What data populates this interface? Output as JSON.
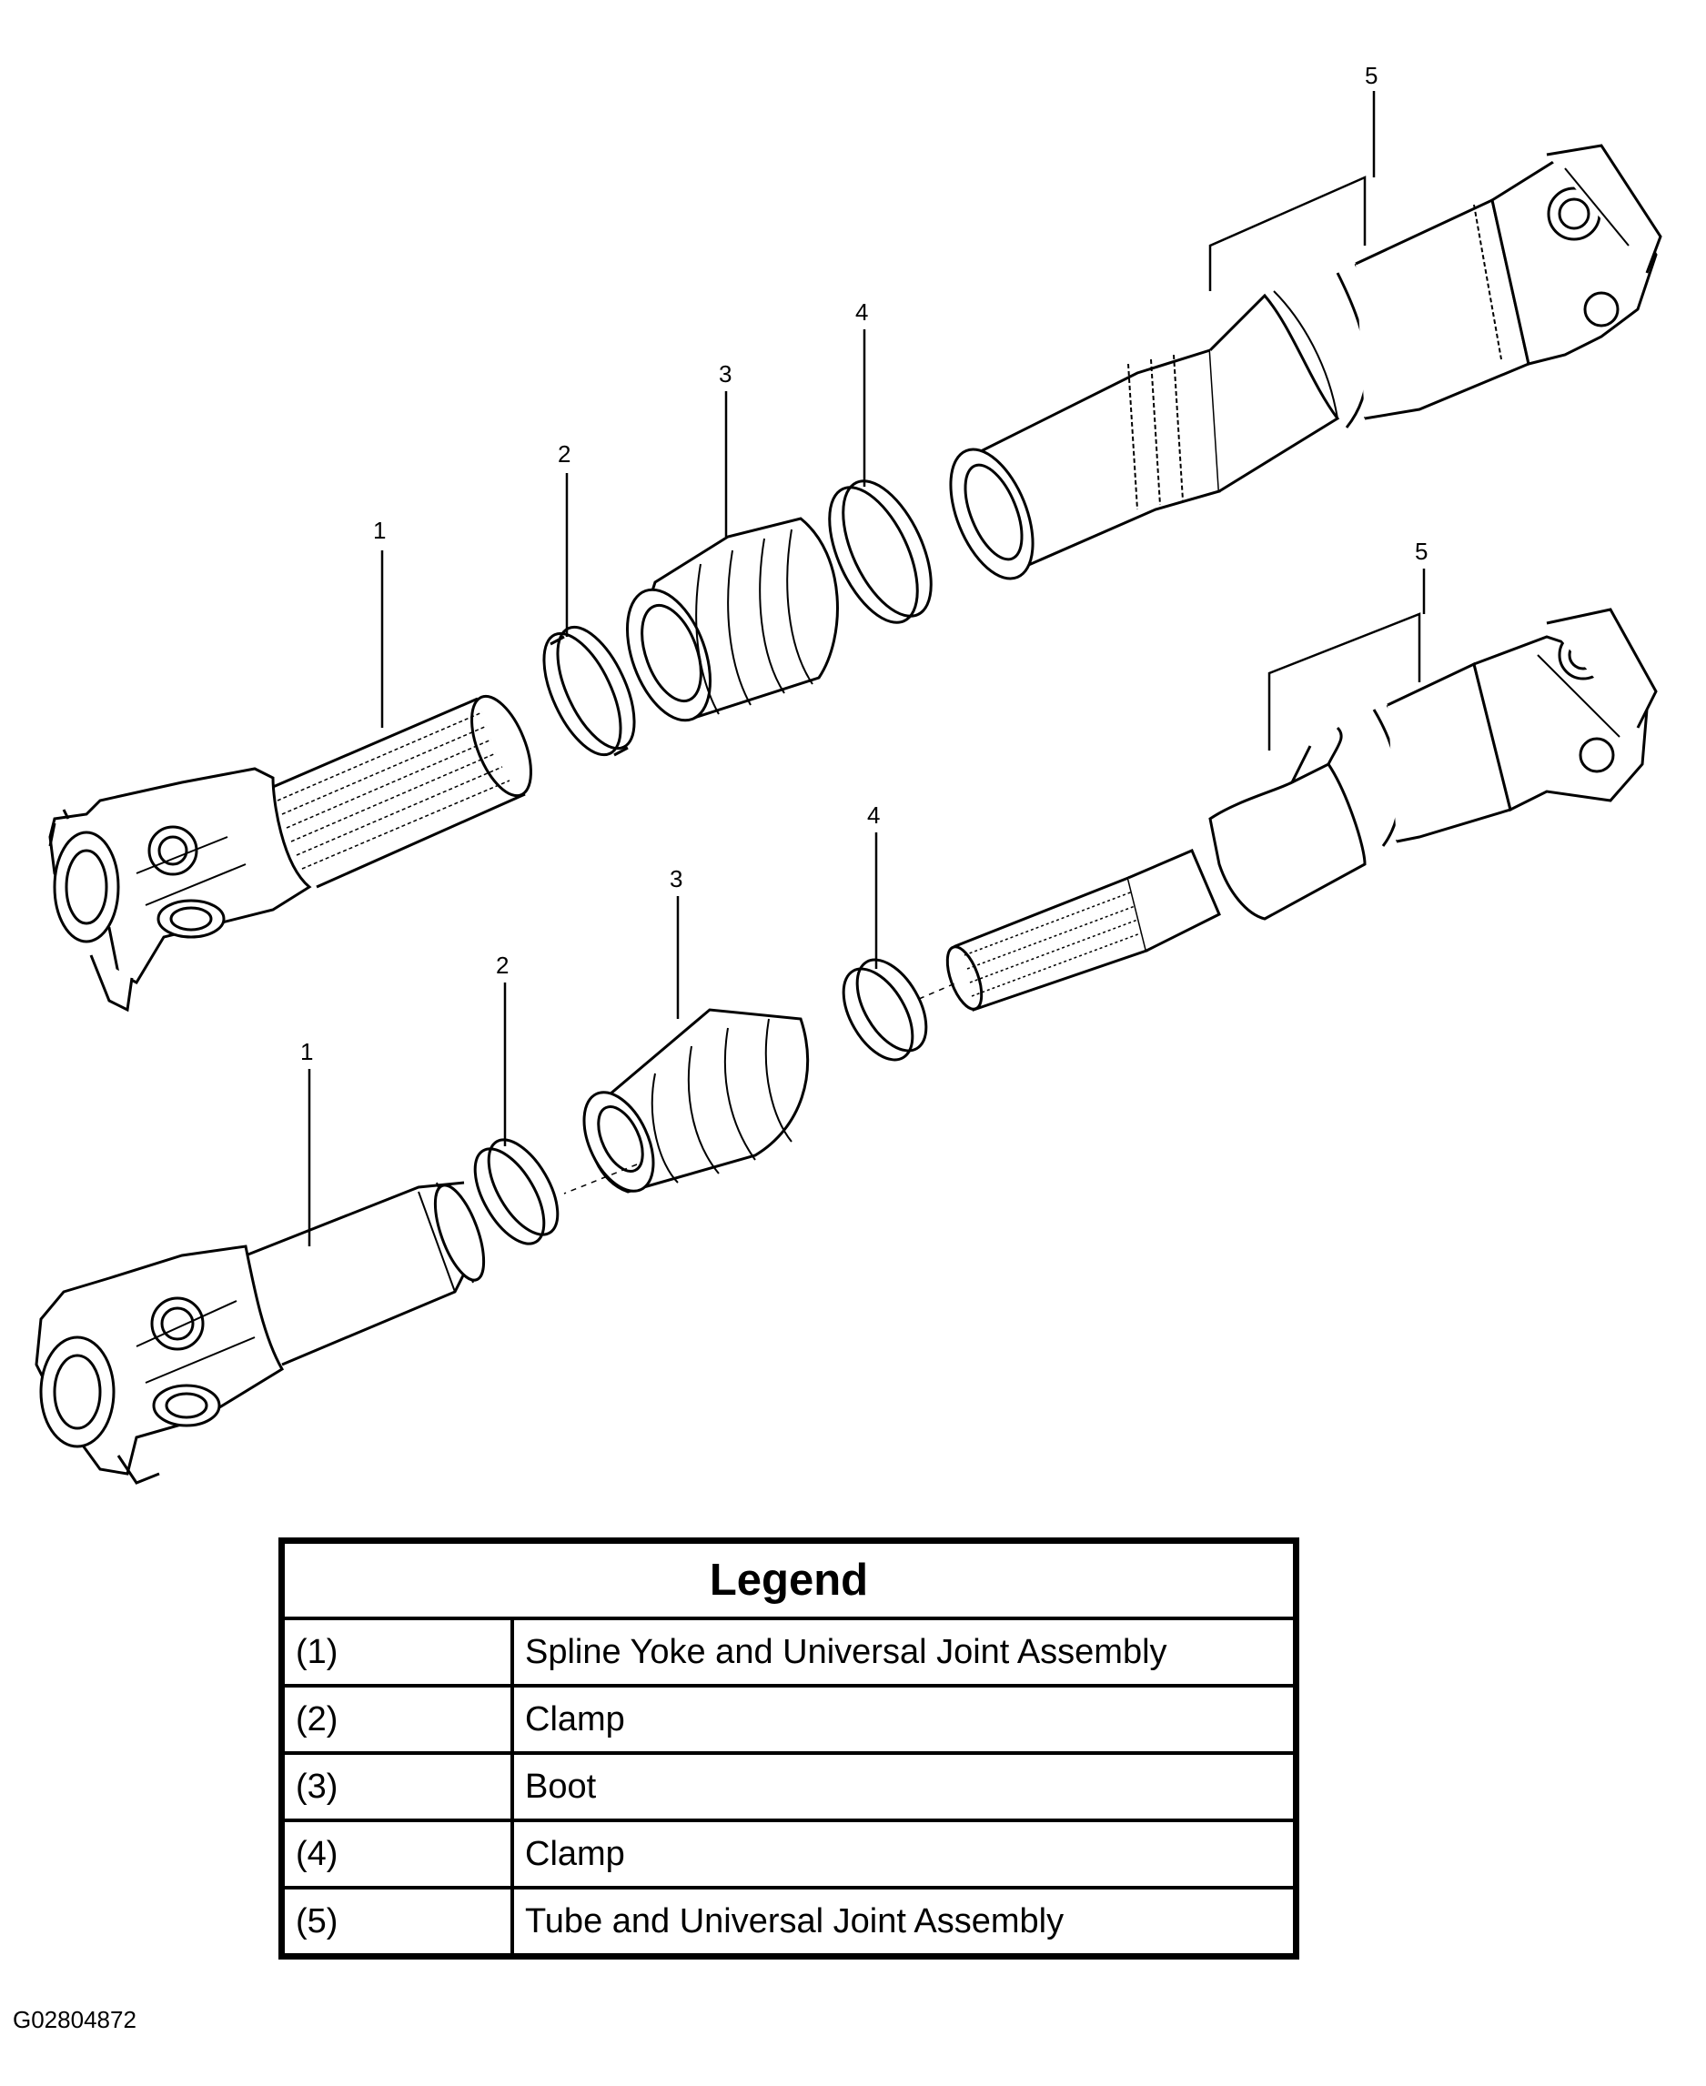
{
  "callouts": {
    "upper": {
      "c1": "1",
      "c2": "2",
      "c3": "3",
      "c4": "4",
      "c5": "5"
    },
    "lower": {
      "c1": "1",
      "c2": "2",
      "c3": "3",
      "c4": "4",
      "c5": "5"
    }
  },
  "legend": {
    "title": "Legend",
    "rows": [
      {
        "key": "(1)",
        "text": "Spline Yoke and Universal Joint Assembly"
      },
      {
        "key": "(2)",
        "text": "Clamp"
      },
      {
        "key": "(3)",
        "text": "Boot"
      },
      {
        "key": "(4)",
        "text": "Clamp"
      },
      {
        "key": "(5)",
        "text": "Tube and Universal Joint Assembly"
      }
    ]
  },
  "figure_id": "G02804872"
}
